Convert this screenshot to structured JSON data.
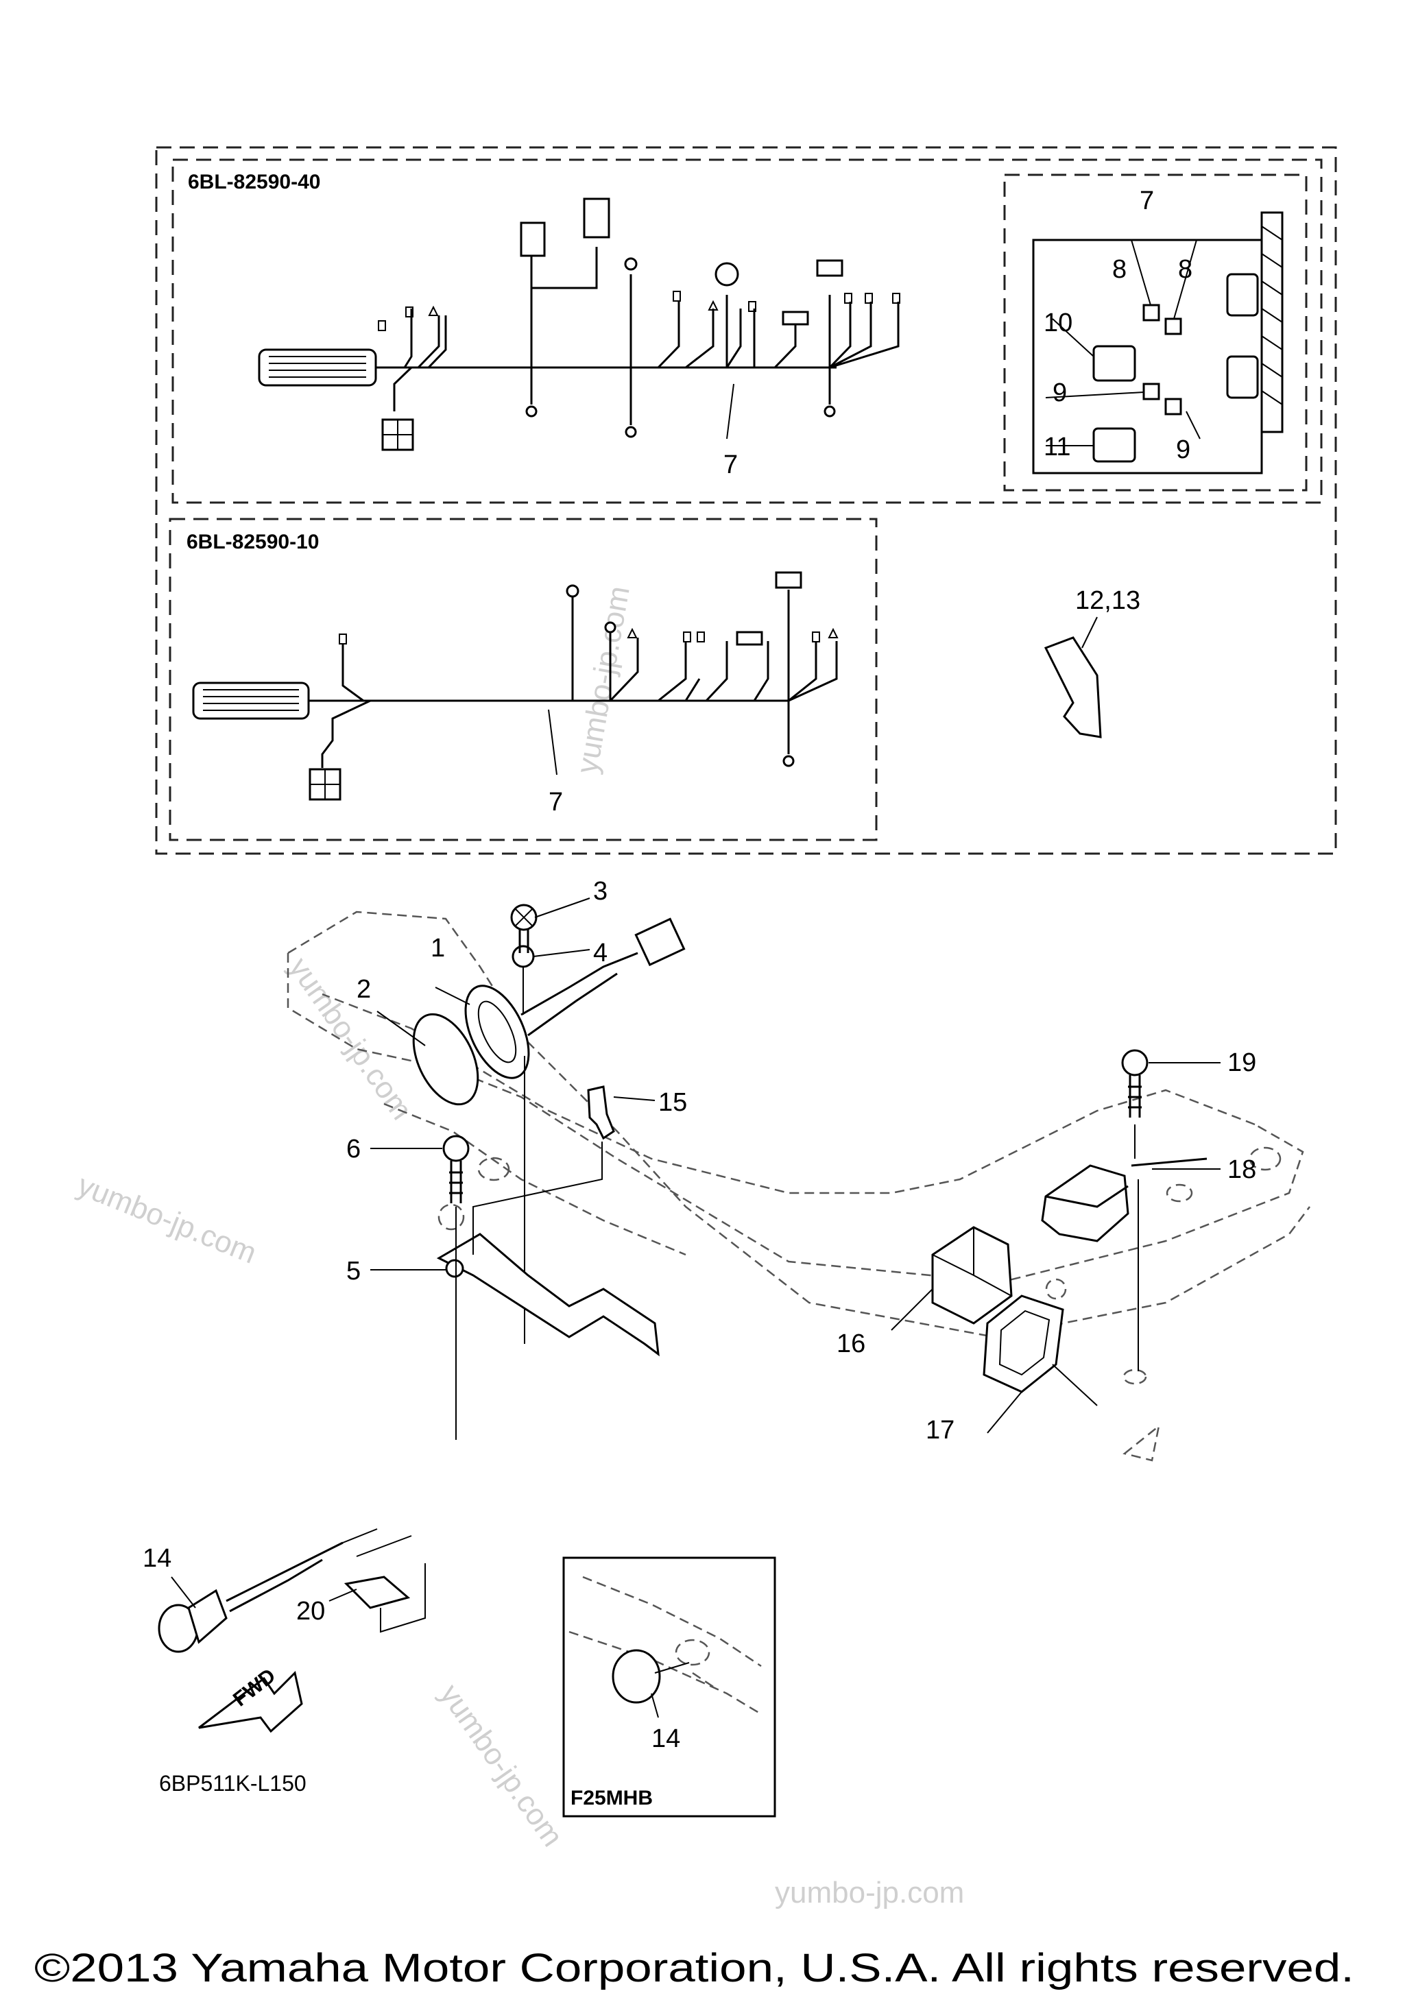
{
  "boxes": {
    "upper_harness_code": "6BL-82590-40",
    "lower_harness_code": "6BL-82590-10",
    "inset_model": "F25MHB"
  },
  "callouts": {
    "p1": "1",
    "p2": "2",
    "p3": "3",
    "p4": "4",
    "p5": "5",
    "p6": "6",
    "p7_upper": "7",
    "p7_inset": "7",
    "p7_lower": "7",
    "p8a": "8",
    "p8b": "8",
    "p9a": "9",
    "p9b": "9",
    "p10": "10",
    "p11": "11",
    "p12_13": "12,13",
    "p14": "14",
    "p14_inset": "14",
    "p15": "15",
    "p16": "16",
    "p17": "17",
    "p18": "18",
    "p19": "19",
    "p20": "20"
  },
  "direction_arrow": "FWD",
  "diagram_code": "6BP511K-L150",
  "watermark": "yumbo-jp.com",
  "copyright": "©2013 Yamaha Motor Corporation, U.S.A. All rights reserved."
}
